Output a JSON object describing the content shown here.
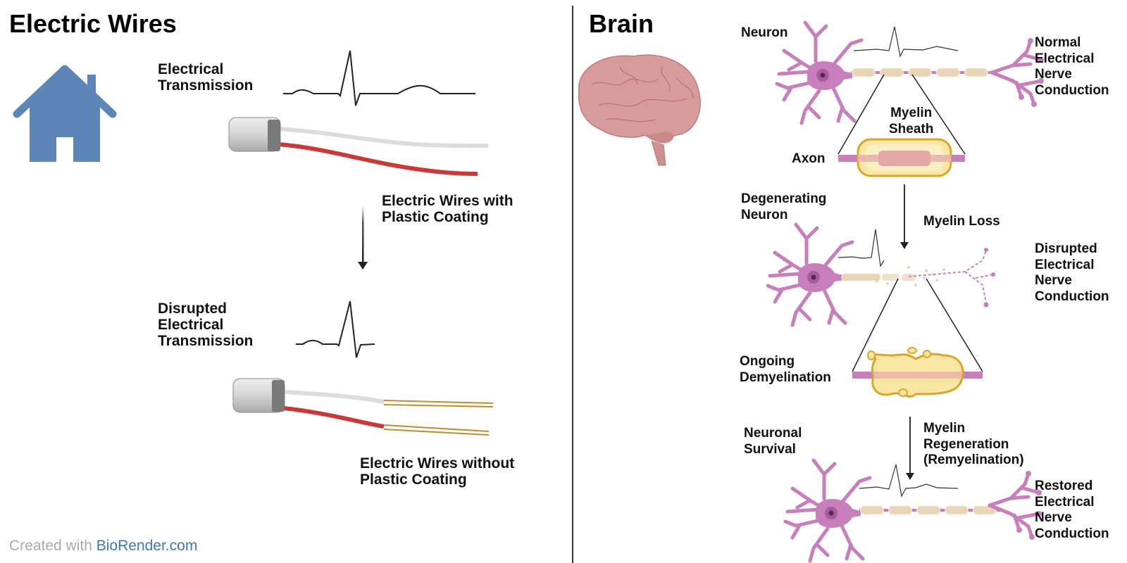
{
  "left_panel": {
    "title": "Electric Wires",
    "house_icon": "house-icon",
    "label_transmission": [
      "Electrical",
      "Transmission"
    ],
    "label_with_coating": [
      "Electric Wires with",
      "Plastic Coating"
    ],
    "label_disrupted": [
      "Disrupted",
      "Electrical",
      "Transmission"
    ],
    "label_without_coating": [
      "Electric Wires without",
      "Plastic Coating"
    ]
  },
  "right_panel": {
    "title": "Brain",
    "label_neuron": "Neuron",
    "label_normal": [
      "Normal",
      "Electrical",
      "Nerve",
      "Conduction"
    ],
    "label_myelin_sheath": [
      "Myelin",
      "Sheath"
    ],
    "label_axon": "Axon",
    "label_degenerating": [
      "Degenerating",
      "Neuron"
    ],
    "label_myelin_loss": "Myelin Loss",
    "label_disrupted": [
      "Disrupted",
      "Electrical",
      "Nerve",
      "Conduction"
    ],
    "label_ongoing": [
      "Ongoing",
      "Demyelination"
    ],
    "label_survival": [
      "Neuronal",
      "Survival"
    ],
    "label_regeneration": [
      "Myelin",
      "Regeneration",
      "(Remyelination)"
    ],
    "label_restored": [
      "Restored",
      "Electrical",
      "Nerve",
      "Conduction"
    ]
  },
  "footer": {
    "created_with": "Created with",
    "brand": "BioRender.com"
  },
  "colors": {
    "house": "#5b86b5",
    "neuron": "#c77fbb",
    "myelin": "#e8d5b7",
    "sheath_outline": "#d9a52a",
    "wire_red": "#c83a3a",
    "wire_white": "#dcdcdc",
    "copper": "#b8902f",
    "brain": "#d79b9b",
    "brand": "#3d7ab8"
  }
}
